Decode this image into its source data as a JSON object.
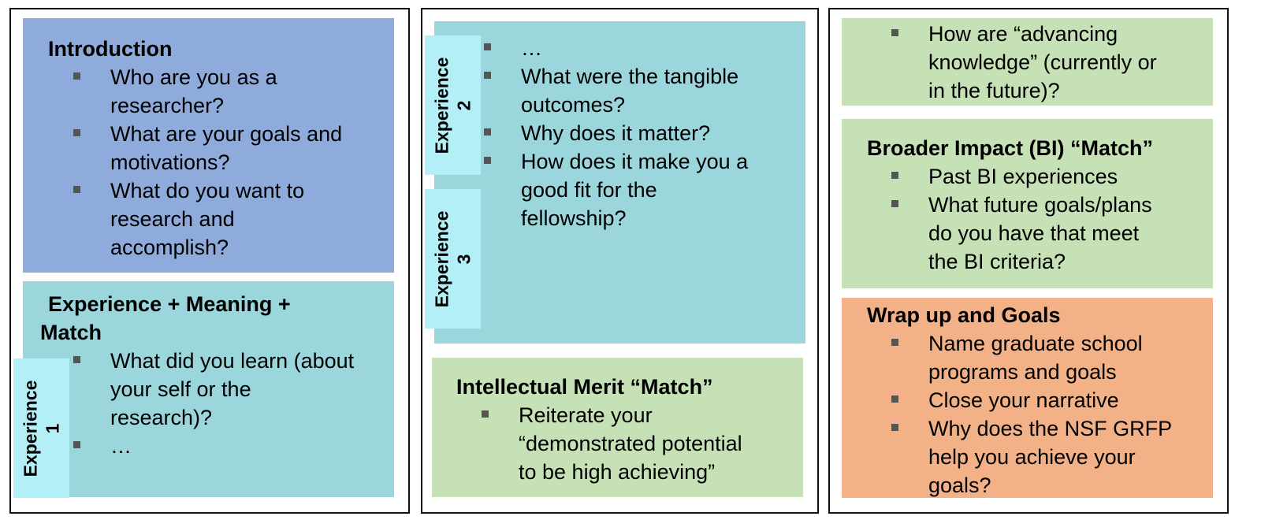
{
  "colors": {
    "intro_bg": "#8eabdb",
    "experience_bg": "#9ad6db",
    "merit_bg": "#c6e1b6",
    "wrap_bg": "#f2b186",
    "tab_bg": "#b3eff7",
    "border": "#111111"
  },
  "intro": {
    "title": "Introduction",
    "items": [
      [
        "Who are you as a",
        "researcher?"
      ],
      [
        "What are your goals and",
        "motivations?"
      ],
      [
        "What do you want to",
        "research and",
        "accomplish?"
      ]
    ]
  },
  "experience_meaning": {
    "title_line1": "Experience + Meaning +",
    "title_line2": "Match",
    "items": [
      [
        "What did you learn (about",
        "your self or the",
        "research)?"
      ],
      [
        "…"
      ]
    ],
    "tab": [
      "Experience",
      "1"
    ]
  },
  "experience_middle": {
    "tab2": [
      "Experience",
      "2"
    ],
    "tab3": [
      "Experience",
      "3"
    ],
    "items": [
      [
        "…"
      ],
      [
        "What were the tangible",
        "outcomes?"
      ],
      [
        "Why does it matter?"
      ],
      [
        "How does it make you a",
        "good fit for the",
        "fellowship?"
      ]
    ]
  },
  "intellectual_merit": {
    "title": "Intellectual Merit “Match”",
    "items": [
      [
        "Reiterate your",
        "“demonstrated potential",
        "to be high achieving”"
      ]
    ]
  },
  "advancing": {
    "items": [
      [
        "How are “advancing",
        "knowledge” (currently or",
        "in the future)?"
      ]
    ]
  },
  "broader_impact": {
    "title": "Broader Impact (BI) “Match”",
    "items": [
      [
        "Past BI experiences"
      ],
      [
        "What future goals/plans",
        "do you have that meet",
        "the BI criteria?"
      ]
    ]
  },
  "wrap_up": {
    "title": "Wrap up and Goals",
    "items": [
      [
        "Name graduate school",
        "programs and goals"
      ],
      [
        "Close your narrative"
      ],
      [
        "Why does the NSF GRFP",
        "help you achieve your",
        "goals?"
      ]
    ]
  }
}
